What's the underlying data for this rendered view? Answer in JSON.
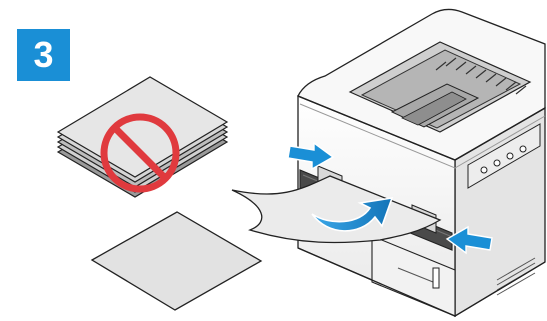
{
  "step": {
    "number": "3",
    "badge_color": "#1a8fd6"
  },
  "illustration": {
    "prohibited_item": "stack-of-sheets",
    "allowed_item": "single-sheet",
    "device": "printer",
    "prohibition_color": "#e03a3e",
    "guide_arrow_color": "#1a8fd6",
    "icons": [
      "prohibited-icon",
      "guide-arrow-icon",
      "feed-arrow-icon"
    ]
  }
}
